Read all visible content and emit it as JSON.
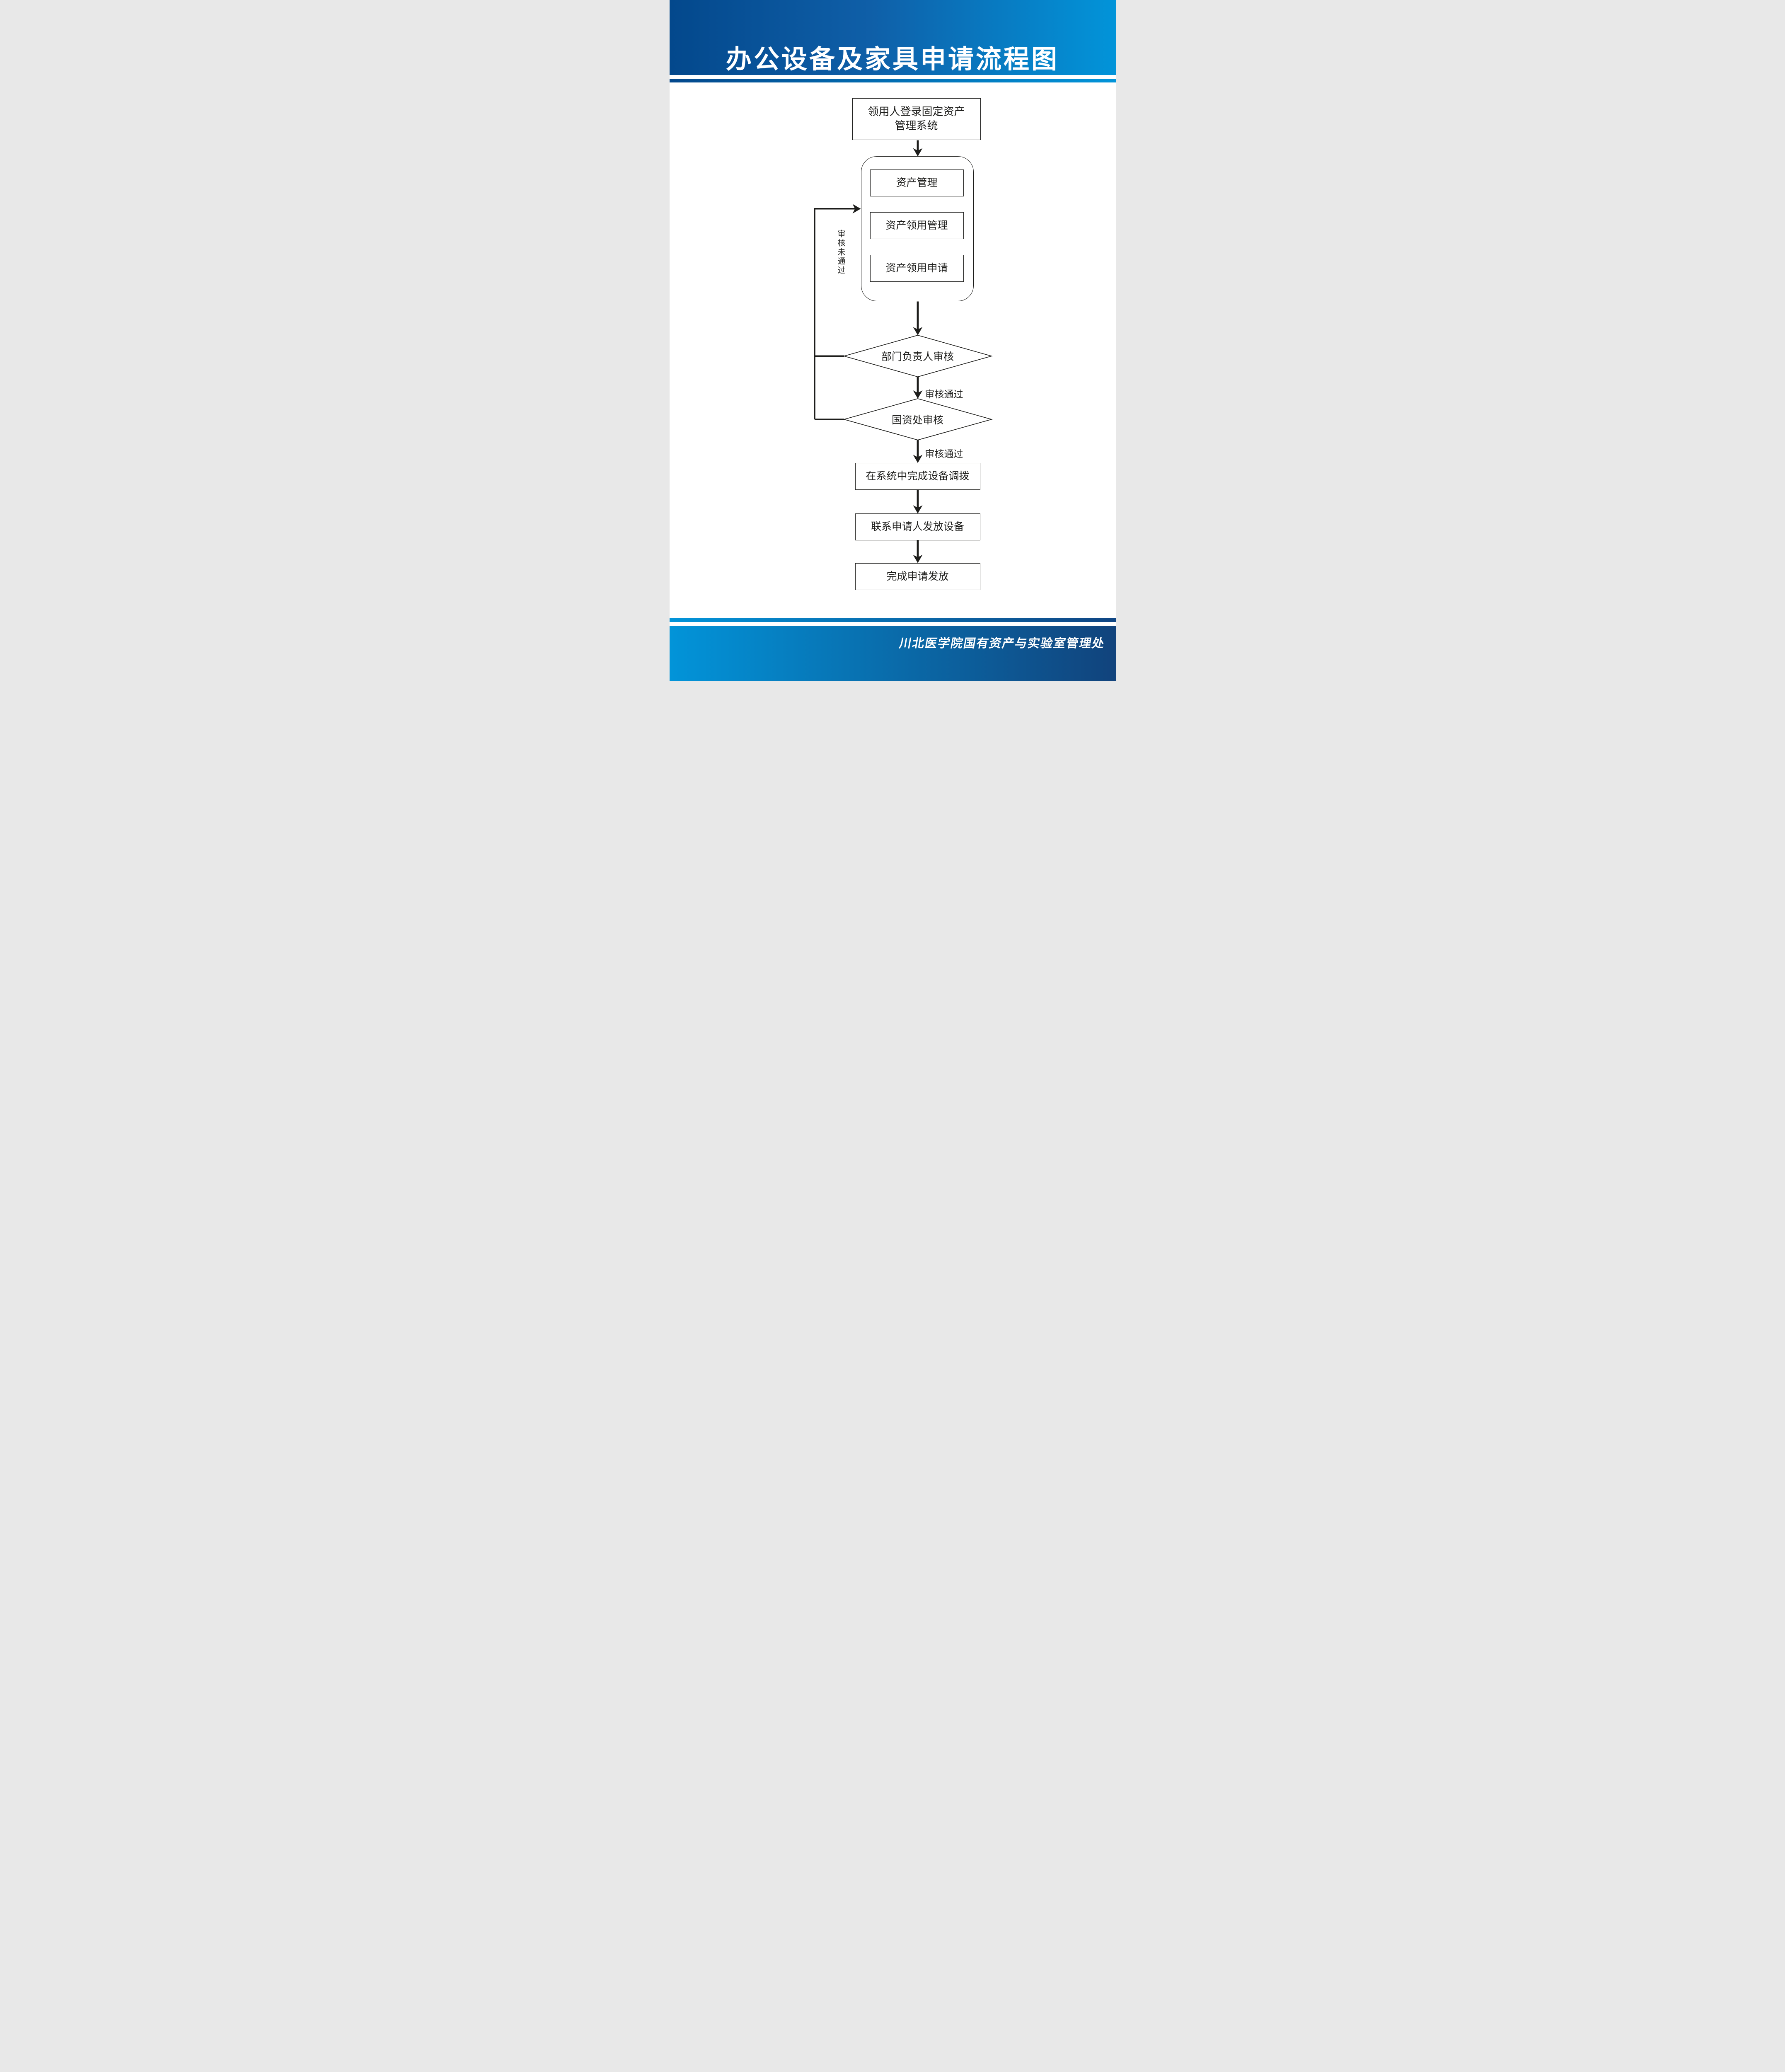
{
  "poster": {
    "title": "办公设备及家具申请流程图",
    "footer": "川北医学院国有资产与实验室管理处"
  },
  "colors": {
    "header_gradient_left": "#03488C",
    "header_gradient_right": "#0294D9",
    "footer_gradient_left": "#0294D9",
    "footer_gradient_right": "#11437C",
    "line": "#1D1D1B",
    "background": "#FFFFFF",
    "text_on_blue": "#FFFFFF"
  },
  "flowchart": {
    "start": {
      "line1": "领用人登录固定资产",
      "line2": "管理系统"
    },
    "system_group": {
      "items": [
        {
          "label": "资产管理"
        },
        {
          "label": "资产领用管理"
        },
        {
          "label": "资产领用申请"
        }
      ]
    },
    "decisions": [
      {
        "label": "部门负责人审核",
        "pass_label": "审核通过"
      },
      {
        "label": "国资处审核",
        "pass_label": "审核通过"
      }
    ],
    "fail_label": "审核未通过",
    "steps": [
      {
        "label": "在系统中完成设备调拨"
      },
      {
        "label": "联系申请人发放设备"
      },
      {
        "label": "完成申请发放"
      }
    ]
  }
}
